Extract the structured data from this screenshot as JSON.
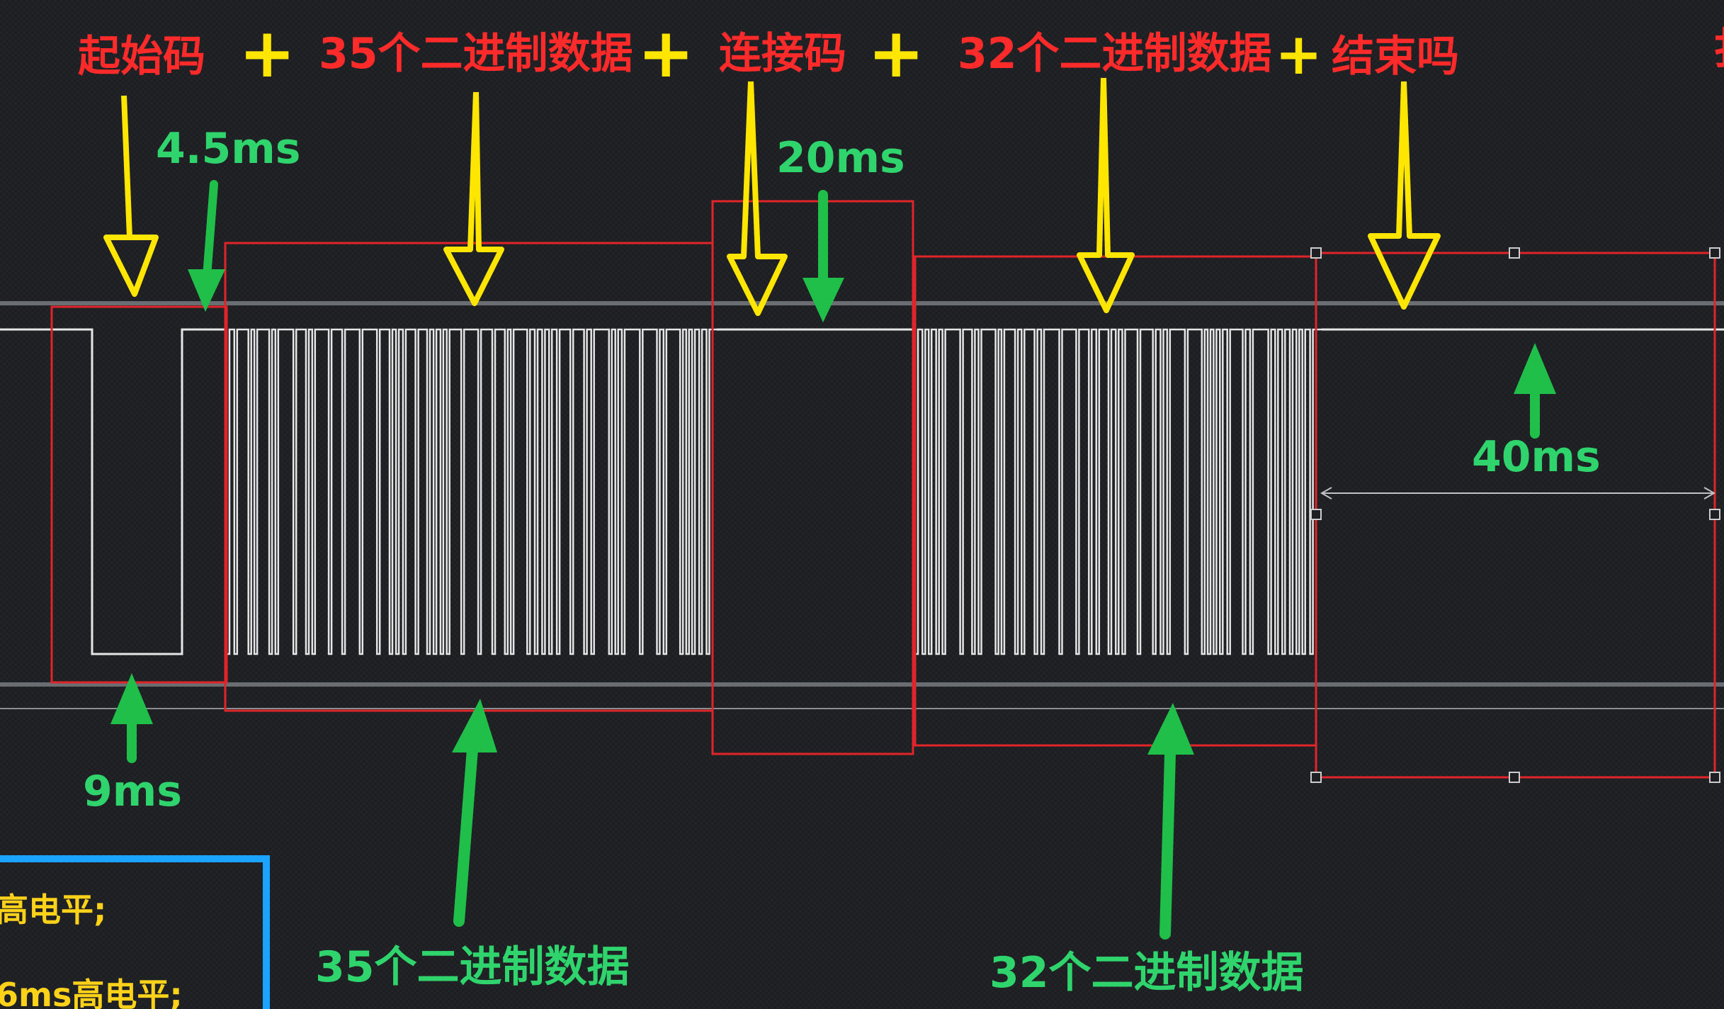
{
  "top_labels": {
    "start_code": "起始码",
    "data_35": "35个二进制数据",
    "connect_code": "连接码",
    "data_32": "32个二进制数据",
    "end_code": "结束吗",
    "plus": "+",
    "edge_partial": "扌"
  },
  "durations": {
    "t_4_5ms": "4.5ms",
    "t_20ms": "20ms",
    "t_40ms": "40ms",
    "t_9ms": "9ms"
  },
  "bottom_labels": {
    "data_35": "35个二进制数据",
    "data_32": "32个二进制数据"
  },
  "legend_notes": {
    "line1": "高电平;",
    "line2": "6ms高电平;"
  },
  "colors": {
    "background": "#1d1f23",
    "waveform": "#e6e6e6",
    "box": "#e0242a",
    "label_red": "#ff2a2a",
    "arrow_yellow": "#ffe600",
    "arrow_green": "#1fbf4a",
    "text_green": "#2fd56c",
    "legend_border": "#1aa3ff",
    "note_text": "#ffd21a"
  }
}
